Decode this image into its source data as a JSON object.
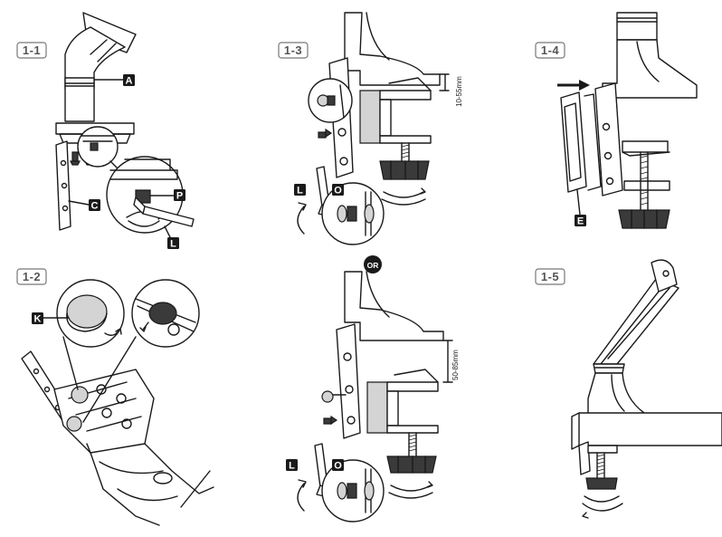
{
  "steps": [
    {
      "id": "1-1"
    },
    {
      "id": "1-2"
    },
    {
      "id": "1-3"
    },
    {
      "id": "1-4"
    },
    {
      "id": "1-5"
    }
  ],
  "parts": {
    "A": "A",
    "C": "C",
    "P": "P",
    "L": "L",
    "K": "K",
    "O": "O",
    "E": "E"
  },
  "dimensions": {
    "upper": "10-55mm",
    "lower": "50-85mm"
  },
  "separator": "OR",
  "colors": {
    "line": "#1a1a1a",
    "label_bg": "#1a1a1a",
    "label_fg": "#ffffff",
    "step_border": "#777777",
    "fill_light": "#f2f2f2",
    "fill_mid": "#c8c8c8",
    "fill_dark": "#3a3a3a"
  }
}
